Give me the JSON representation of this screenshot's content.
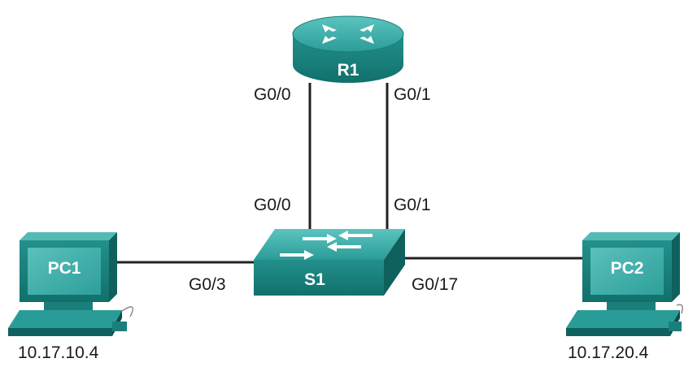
{
  "devices": {
    "router": {
      "name": "R1"
    },
    "switch": {
      "name": "S1"
    },
    "pc1": {
      "name": "PC1",
      "ip": "10.17.10.4"
    },
    "pc2": {
      "name": "PC2",
      "ip": "10.17.20.4"
    }
  },
  "ports": {
    "r1_g00": "G0/0",
    "r1_g01": "G0/1",
    "s1_g00": "G0/0",
    "s1_g01": "G0/1",
    "s1_g03": "G0/3",
    "s1_g017": "G0/17"
  },
  "colors": {
    "device_teal": "#1f8a86",
    "device_teal_light": "#43b1ad",
    "device_teal_dark": "#0f615e",
    "link": "#222222",
    "text": "#1a1a1a"
  }
}
